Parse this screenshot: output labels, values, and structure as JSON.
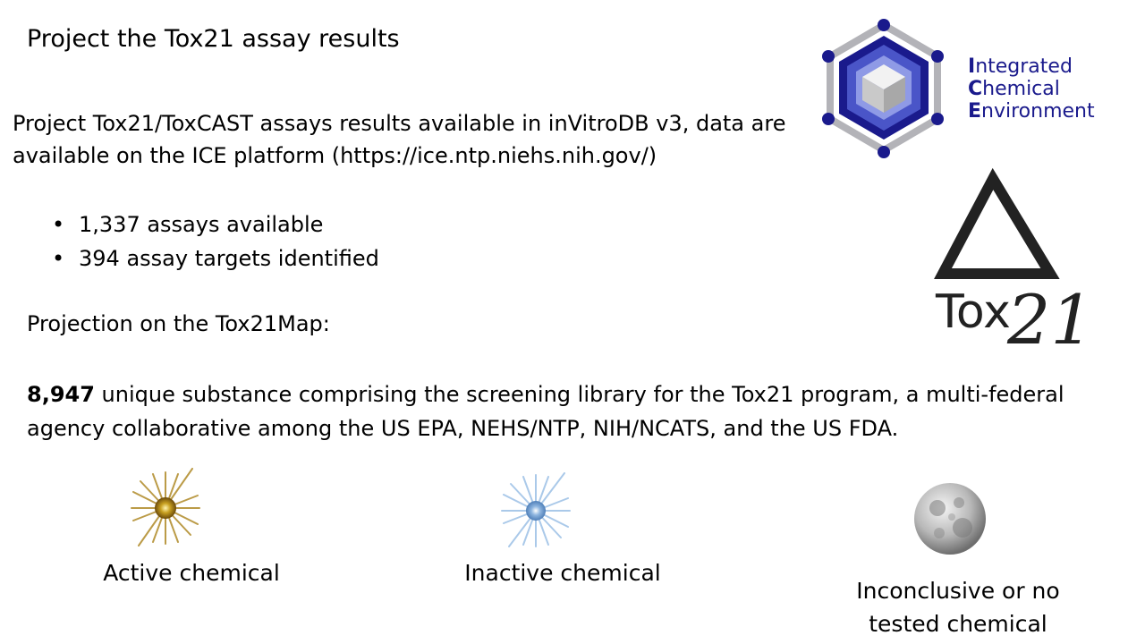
{
  "slide": {
    "title": "Project the Tox21 assay results",
    "intro": "Project Tox21/ToxCAST assays results available in inVitroDB v3, data are available on the ICE platform (https://ice.ntp.niehs.nih.gov/)",
    "bullets": [
      "1,337 assays available",
      "394 assay targets identified"
    ],
    "projection_label": "Projection on the Tox21Map:",
    "library": {
      "count": "8,947",
      "text": " unique substance comprising the screening library for the Tox21 program, a multi-federal agency collaborative among the US EPA, NEHS/NTP, NIH/NCATS, and the US FDA."
    }
  },
  "ice_logo": {
    "line1_cap": "I",
    "line1_rest": "ntegrated",
    "line2_cap": "C",
    "line2_rest": "hemical",
    "line3_cap": "E",
    "line3_rest": "nvironment",
    "colors": {
      "dark_blue": "#1a1a8c",
      "mid_blue": "#4a55c8",
      "light_blue": "#8f9ae6",
      "frame": "#b3b3b8"
    }
  },
  "tox21_logo": {
    "text_tox": "Tox",
    "text_21": "21",
    "icon": "triangle-delta-icon"
  },
  "legend": [
    {
      "label": "Active chemical",
      "icon": "golden-star-burst-icon",
      "color": "#c8a020"
    },
    {
      "label": "Inactive chemical",
      "icon": "blue-star-burst-icon",
      "color": "#7faad8"
    },
    {
      "label": "Inconclusive or no tested chemical",
      "icon": "grey-moon-icon",
      "color": "#9a9a9a"
    }
  ]
}
